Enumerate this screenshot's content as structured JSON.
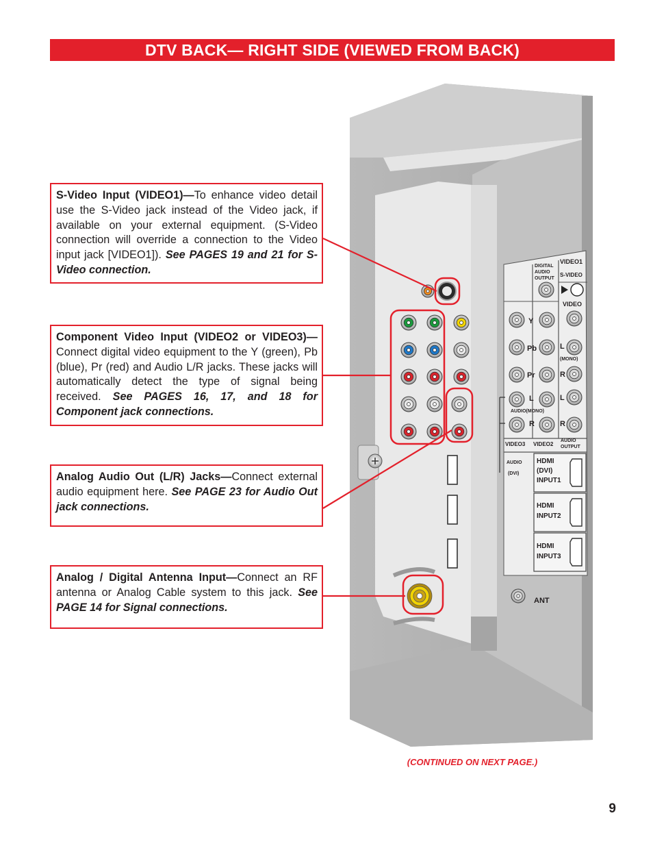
{
  "page": {
    "title": "DTV BACK— RIGHT SIDE (VIEWED FROM BACK)",
    "footer_note": "(CONTINUED ON NEXT PAGE.)",
    "page_number": "9"
  },
  "callouts": [
    {
      "head": "S-Video Input (VIDEO1)—",
      "body": "To enhance video detail use the S-Video jack instead of the Video jack, if available on your external equipment. (S-Video connection will override a connection to the Video input jack [VIDEO1]). ",
      "ref": "See PAGES 19 and 21 for S-Video connection."
    },
    {
      "head": "Component Video Input (VIDEO2 or VIDEO3)—",
      "body": "Connect digital video equipment to the Y (green), Pb (blue), Pr (red) and Audio L/R jacks. These jacks will automatically detect the type of signal being received. ",
      "ref": "See PAGES 16, 17, and 18 for Component jack connections."
    },
    {
      "head": "Analog Audio Out (L/R) Jacks—",
      "body": "Connect external audio equipment here. ",
      "ref": "See PAGE 23 for Audio Out jack connections."
    },
    {
      "head": "Analog / Digital Antenna Input—",
      "body": "Connect an RF antenna or Analog Cable system to this jack. ",
      "ref": "See PAGE 14 for Signal connections."
    }
  ],
  "panel_labels": {
    "digital_audio_output": [
      "DIGITAL",
      "AUDIO",
      "OUTPUT"
    ],
    "video1": "VIDEO1",
    "s_video": "S-VIDEO",
    "video": "VIDEO",
    "y": "Y",
    "pb": "Pb",
    "pr": "Pr",
    "l": "L",
    "r": "R",
    "mono": "(MONO)",
    "audio_mono": "AUDIO(MONO)",
    "video3": "VIDEO3",
    "video2": "VIDEO2",
    "audio_output": [
      "AUDIO",
      "OUTPUT"
    ],
    "audio_dvi": [
      "AUDIO",
      "(DVI)"
    ],
    "hdmi_dvi_input1": [
      "HDMI",
      "(DVI)",
      "INPUT1"
    ],
    "hdmi_input2": [
      "HDMI",
      "INPUT2"
    ],
    "hdmi_input3": [
      "HDMI",
      "INPUT3"
    ],
    "ant": "ANT"
  },
  "colors": {
    "accent_red": "#e3202b",
    "jack_green": "#1a9a3c",
    "jack_blue": "#1e78c8",
    "jack_red": "#d8242c",
    "jack_yellow": "#f2d400",
    "jack_orange": "#f08a1c",
    "jack_white": "#e8e8e8"
  }
}
